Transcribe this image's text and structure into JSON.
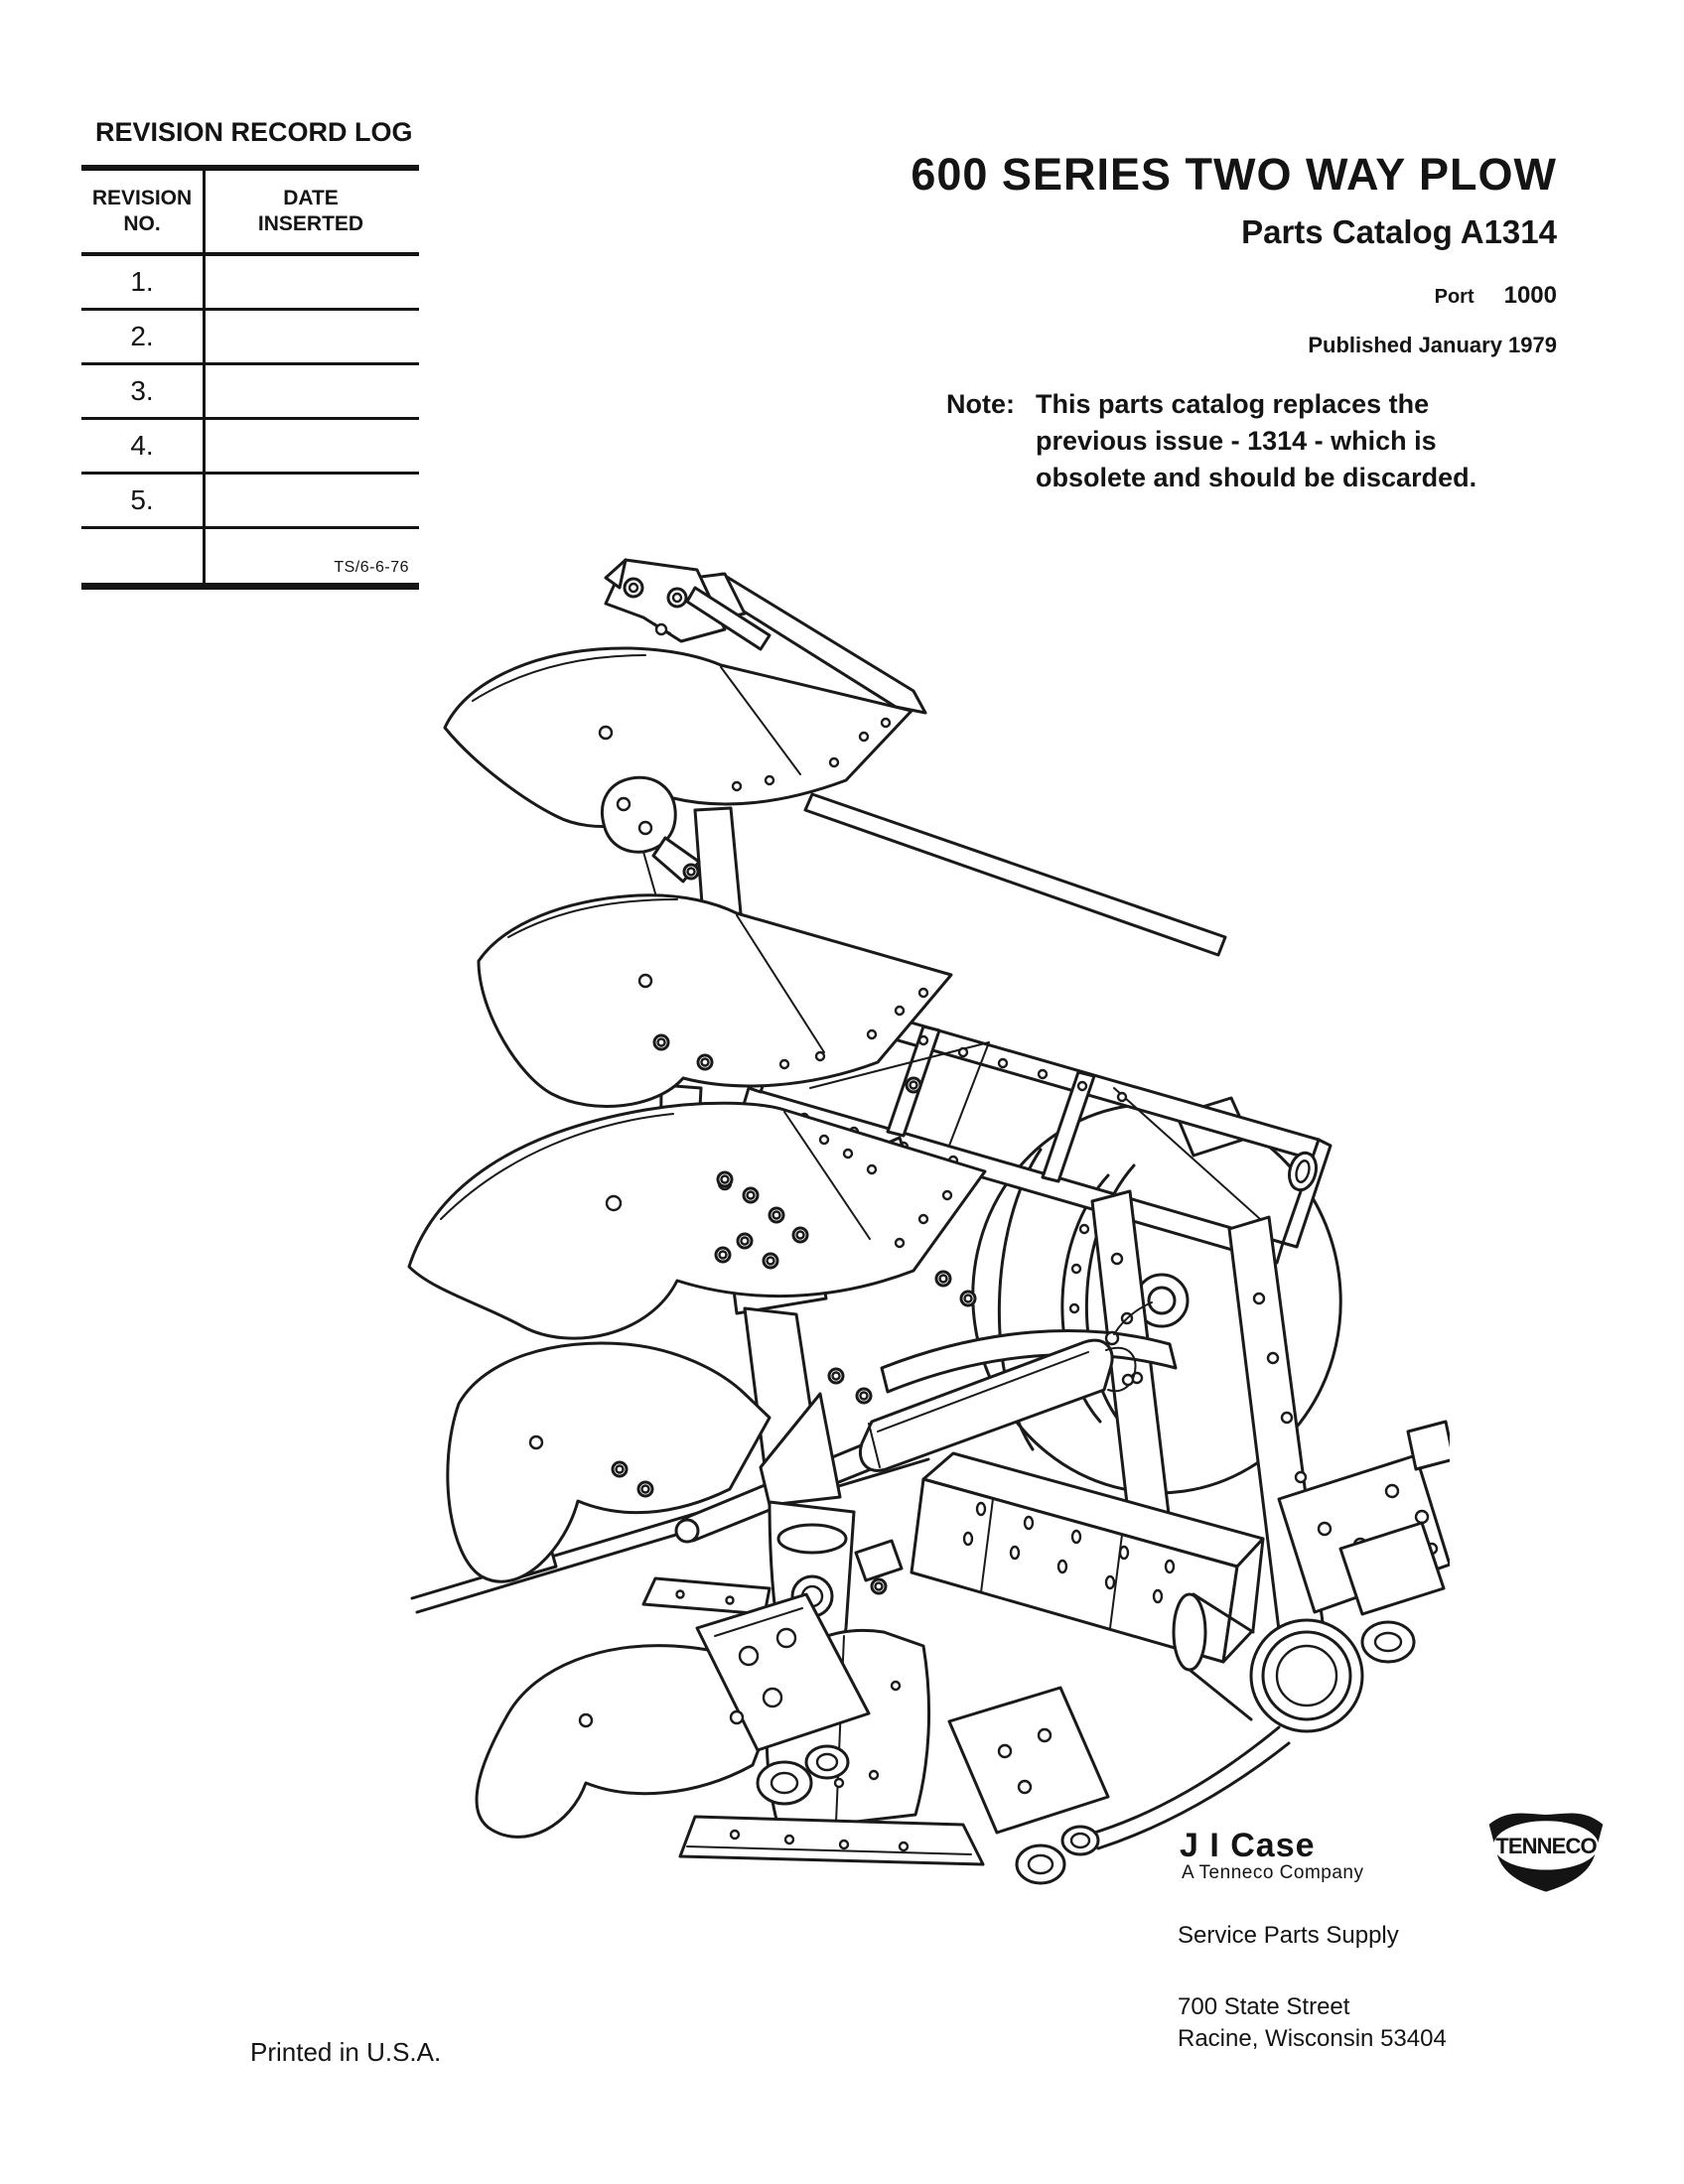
{
  "revision_log": {
    "title": "REVISION RECORD LOG",
    "col1_header_line1": "REVISION",
    "col1_header_line2": "NO.",
    "col2_header_line1": "DATE",
    "col2_header_line2": "INSERTED",
    "rows": [
      "1.",
      "2.",
      "3.",
      "4.",
      "5."
    ],
    "form_code": "TS/6-6-76"
  },
  "title_block": {
    "series_title": "600 SERIES TWO WAY PLOW",
    "subtitle": "Parts Catalog A1314",
    "port_label": "Port",
    "port_value": "1000",
    "published": "Published January 1979",
    "note_label": "Note:",
    "note_line1": "This parts catalog replaces the",
    "note_line2": "previous issue - 1314 - which is",
    "note_line3": "obsolete and should be discarded."
  },
  "footer": {
    "company": "J I Case",
    "company_tagline": "A Tenneco Company",
    "logo_text": "TENNECO",
    "department": "Service Parts Supply",
    "address_line1": "700 State Street",
    "address_line2": "Racine, Wisconsin 53404",
    "printed_note": "Printed in U.S.A."
  }
}
